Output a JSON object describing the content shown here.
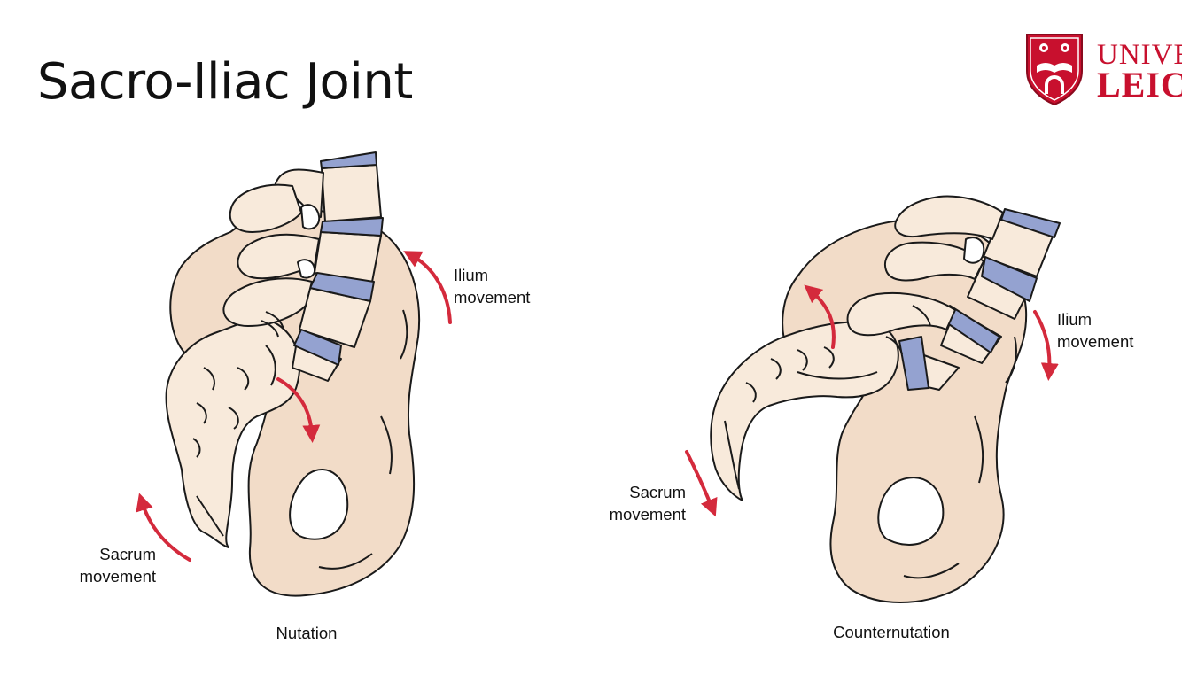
{
  "slide": {
    "title": "Sacro-Iliac Joint"
  },
  "logo": {
    "line1": "UNIVERSITY OF",
    "line2": "LEICESTER"
  },
  "panels": [
    {
      "caption": "Nutation",
      "ilium_label": [
        "Ilium",
        "movement"
      ],
      "sacrum_label": [
        "Sacrum",
        "movement"
      ]
    },
    {
      "caption": "Counternutation",
      "ilium_label": [
        "Ilium",
        "movement"
      ],
      "sacrum_label": [
        "Sacrum",
        "movement"
      ]
    }
  ],
  "colors": {
    "bone_light": "#f8eadb",
    "bone_pelvis": "#f2dcc8",
    "disc": "#94a2d0",
    "arrow": "#d42a3c",
    "outline": "#1a1a1a",
    "brand": "#c8102e"
  }
}
